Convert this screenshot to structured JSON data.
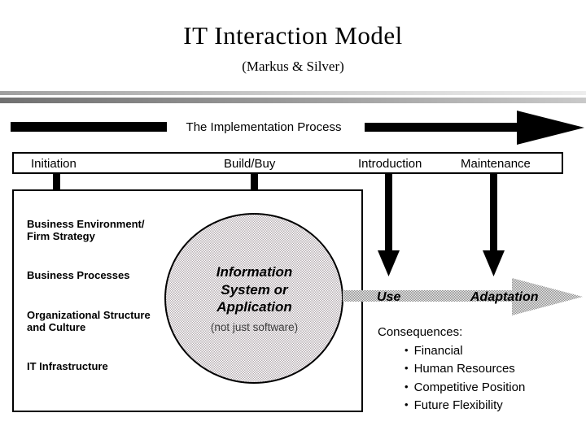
{
  "slide": {
    "title": "IT Interaction Model",
    "subtitle": "(Markus & Silver)"
  },
  "process": {
    "label": "The Implementation Process",
    "phases": [
      "Initiation",
      "Build/Buy",
      "Introduction",
      "Maintenance"
    ]
  },
  "factors": [
    {
      "line1": "Business Environment/",
      "line2": "Firm Strategy"
    },
    {
      "line1": "Business Processes",
      "line2": ""
    },
    {
      "line1": "Organizational Structure",
      "line2": "and Culture"
    },
    {
      "line1": "IT Infrastructure",
      "line2": ""
    }
  ],
  "system": {
    "lines": [
      "Information",
      "System or",
      "Application"
    ],
    "note": "(not just software)"
  },
  "flow": {
    "use": "Use",
    "adaptation": "Adaptation"
  },
  "consequences": {
    "heading": "Consequences:",
    "bullet": "•",
    "items": [
      "Financial",
      "Human Resources",
      "Competitive Position",
      "Future Flexibility"
    ]
  },
  "colors": {
    "arrow": "#000000",
    "stipple_gray": "#b6adb2",
    "divider_dark": "#707070",
    "divider_light": "#a0a0a0",
    "text": "#000000"
  }
}
